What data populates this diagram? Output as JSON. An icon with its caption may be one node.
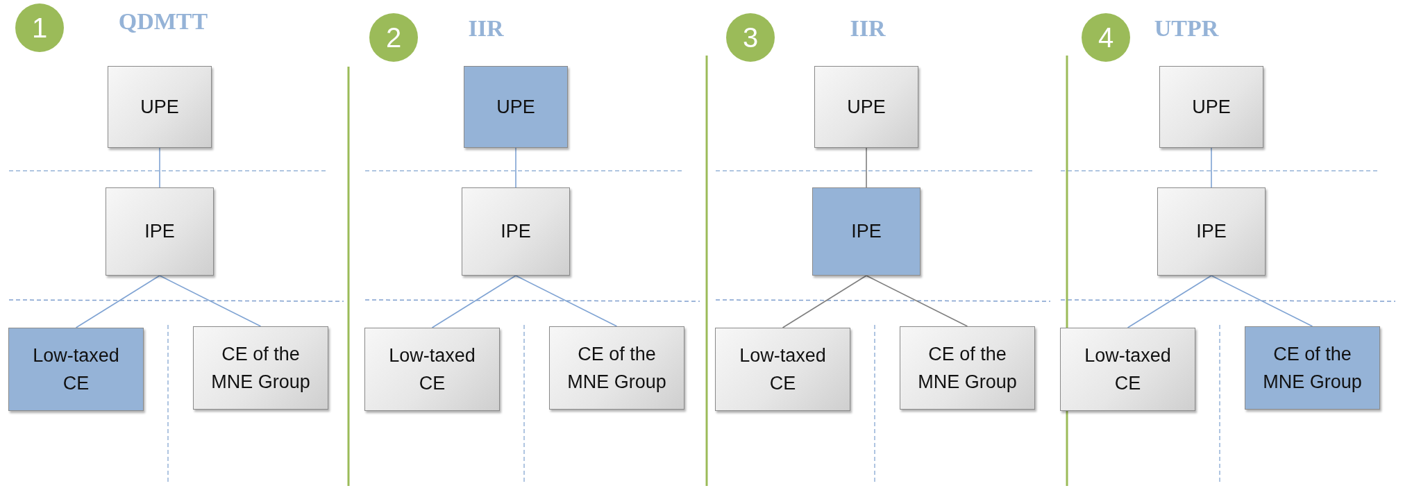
{
  "diagram": {
    "nodes": [
      {
        "text": [
          "1"
        ]
      },
      {
        "text": [
          "UPE"
        ]
      },
      {
        "text": [
          "IPE"
        ]
      },
      {
        "text": [
          "Low-taxed CE"
        ]
      },
      {
        "text": [
          "CE of the MNE Group"
        ]
      },
      {
        "text": [
          "2"
        ]
      },
      {
        "text": [
          "UPE"
        ]
      },
      {
        "text": [
          "IPE"
        ]
      },
      {
        "text": [
          "Low-taxed CE"
        ]
      },
      {
        "text": [
          "CE of the MNE Group"
        ]
      },
      {
        "text": [
          "3"
        ]
      },
      {
        "text": [
          "UPE"
        ]
      },
      {
        "text": [
          "IPE"
        ]
      },
      {
        "text": [
          "Low-taxed CE"
        ]
      },
      {
        "text": [
          "CE of the MNE Group"
        ]
      },
      {
        "text": [
          "4"
        ]
      },
      {
        "text": [
          "UPE"
        ]
      },
      {
        "text": [
          "IPE"
        ]
      },
      {
        "text": [
          "Low-taxed CE"
        ]
      },
      {
        "text": [
          "CE of the MNE Group"
        ]
      }
    ],
    "edges": [
      {
        "from": 1,
        "to": 2,
        "arrow": "none"
      },
      {
        "from": 2,
        "to": 3,
        "arrow": "none"
      },
      {
        "from": 2,
        "to": 4,
        "arrow": "none"
      },
      {
        "from": 6,
        "to": 7,
        "arrow": "none"
      },
      {
        "from": 7,
        "to": 8,
        "arrow": "none"
      },
      {
        "from": 7,
        "to": 9,
        "arrow": "none"
      },
      {
        "from": 11,
        "to": 12,
        "arrow": "none",
        "color": "#7f7f7f"
      },
      {
        "from": 12,
        "to": 13,
        "arrow": "none",
        "color": "#7f7f7f"
      },
      {
        "from": 12,
        "to": 14,
        "arrow": "none",
        "color": "#7f7f7f"
      },
      {
        "from": 16,
        "to": 17,
        "arrow": "none"
      },
      {
        "from": 17,
        "to": 18,
        "arrow": "none"
      },
      {
        "from": 17,
        "to": 19,
        "arrow": "none"
      }
    ],
    "labels": [
      "QDMTT",
      "IIR",
      "IIR",
      "UTPR"
    ]
  }
}
